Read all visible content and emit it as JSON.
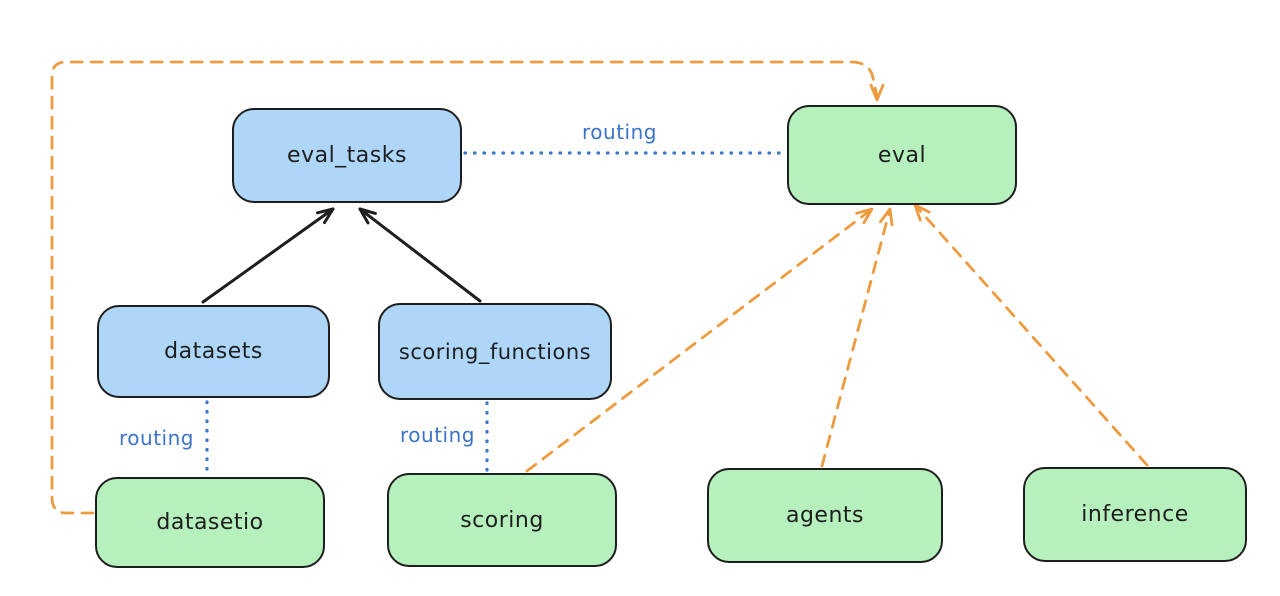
{
  "diagram": {
    "nodes": {
      "eval_tasks": {
        "label": "eval_tasks",
        "fill": "#aed6f8"
      },
      "eval": {
        "label": "eval",
        "fill": "#b5f0bd"
      },
      "datasets": {
        "label": "datasets",
        "fill": "#aed6f8"
      },
      "scoring_functions": {
        "label": "scoring_functions",
        "fill": "#aed6f8"
      },
      "datasetio": {
        "label": "datasetio",
        "fill": "#b5f0bd"
      },
      "scoring": {
        "label": "scoring",
        "fill": "#b5f0bd"
      },
      "agents": {
        "label": "agents",
        "fill": "#b5f0bd"
      },
      "inference": {
        "label": "inference",
        "fill": "#b5f0bd"
      }
    },
    "edge_labels": {
      "routing_eval_tasks_to_eval": "routing",
      "routing_datasets_to_datasetio": "routing",
      "routing_scoring_functions_to_scoring": "routing"
    },
    "colors": {
      "box_stroke": "#1e1e1e",
      "blue_box_fill": "#aed6f8",
      "green_box_fill": "#b5f0bd",
      "routing_blue": "#3b74c8",
      "dashed_orange": "#ee9b40",
      "solid_arrow_black": "#1e1e1e"
    }
  }
}
